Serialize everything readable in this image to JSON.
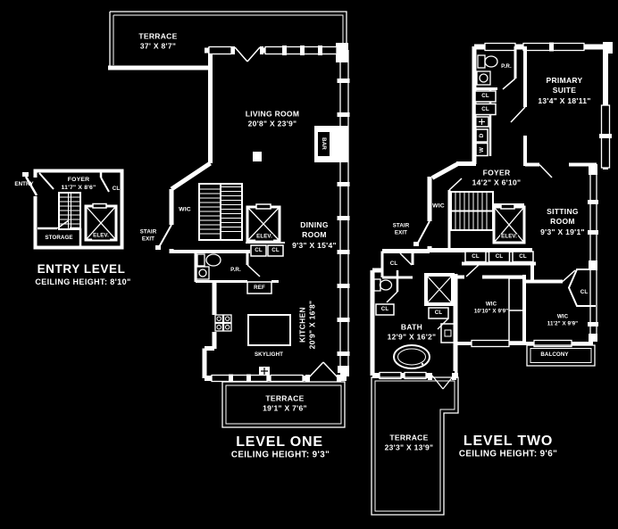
{
  "colors": {
    "background": "#000000",
    "line": "#ffffff"
  },
  "entry_level": {
    "entry": "ENTRY",
    "foyer": "FOYER\n11'7\" X 8'6\"",
    "closet": "CL",
    "storage": "STORAGE",
    "elevator": "ELEV.",
    "title": "ENTRY LEVEL",
    "ceiling": "CEILING HEIGHT: 8'10\""
  },
  "level_one": {
    "terrace_top": "TERRACE\n37' X 8'7\"",
    "living_room": "LIVING ROOM\n20'8\" X 23'9\"",
    "bar": "BAR",
    "wic": "WIC",
    "stair_exit": "STAIR\nEXIT",
    "elevator": "ELEV.",
    "closet_1": "CL",
    "closet_2": "CL",
    "dining_room": "DINING\nROOM\n9'3\" X 15'4\"",
    "powder_room": "P.R.",
    "refrigerator": "REF",
    "kitchen": "KITCHEN\n20'9\" X 16'8\"",
    "skylight": "SKYLIGHT",
    "terrace_bottom": "TERRACE\n19'1\" X 7'6\"",
    "title": "LEVEL ONE",
    "ceiling": "CEILING HEIGHT: 9'3\""
  },
  "level_two": {
    "powder_room": "P.R.",
    "primary_suite": "PRIMARY\nSUITE\n13'4\" X 18'11\"",
    "closet_a": "CL",
    "closet_b": "CL",
    "dryer": "D",
    "washer": "W",
    "foyer": "FOYER\n14'2\" X 6'10\"",
    "wic_hall": "WIC",
    "stair_exit": "STAIR\nEXIT",
    "elevator": "ELEV.",
    "sitting_room": "SITTING\nROOM\n9'3\" X 19'1\"",
    "closet_row_1": "CL",
    "closet_row_2": "CL",
    "closet_row_3": "CL",
    "closet_left": "CL",
    "closet_bath_hall": "CL",
    "closet_bath": "CL",
    "closet_right": "CL",
    "bath": "BATH\n12'9\" X 16'2\"",
    "wic_1": "WIC\n10'10\" X 9'9\"",
    "wic_2": "WIC\n11'2\" X 9'9\"",
    "balcony": "BALCONY",
    "terrace": "TERRACE\n23'3\" X 13'9\"",
    "title": "LEVEL TWO",
    "ceiling": "CEILING HEIGHT: 9'6\""
  }
}
